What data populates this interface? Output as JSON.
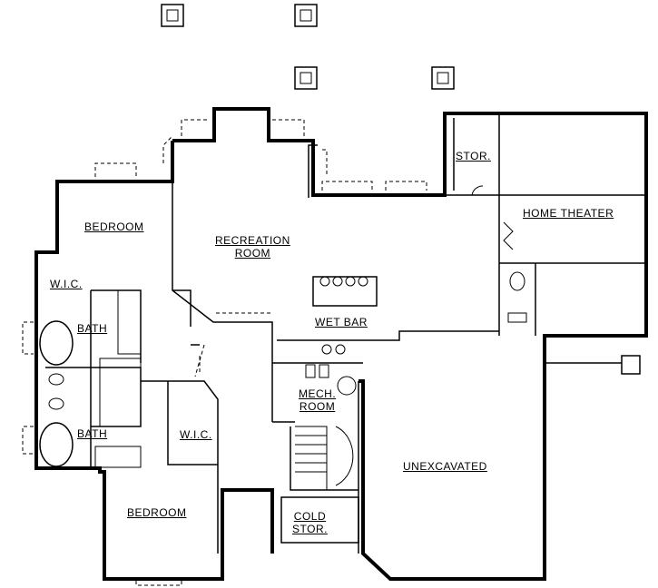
{
  "rooms": {
    "bedroom_top": "BEDROOM",
    "recreation_room": "RECREATION\nROOM",
    "stor": "STOR.",
    "home_theater": "HOME THEATER",
    "wic_top": "W.I.C.",
    "bath_top": "BATH",
    "wet_bar": "WET BAR",
    "mech_room": "MECH.\nROOM",
    "bath_bottom": "BATH",
    "wic_bottom": "W.I.C.",
    "unexcavated": "UNEXCAVATED",
    "bedroom_bottom": "BEDROOM",
    "cold_stor": "COLD\nSTOR."
  }
}
